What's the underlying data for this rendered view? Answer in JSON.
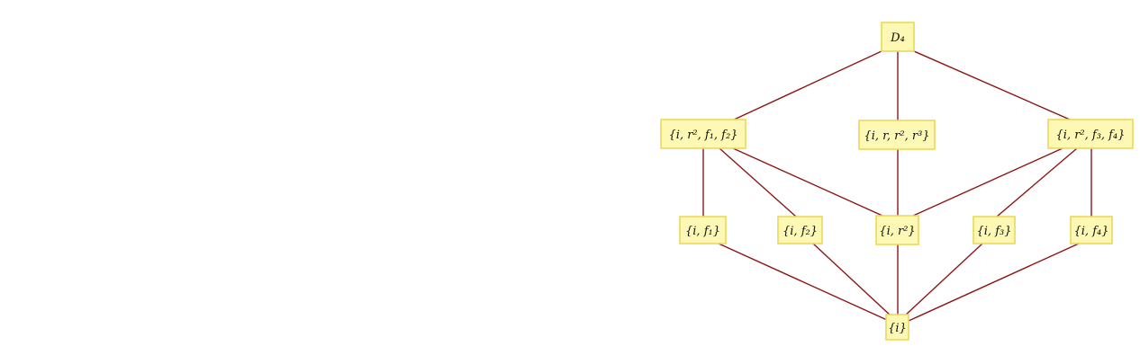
{
  "diagram": {
    "title": "",
    "node_fill": "#fdf8b4",
    "node_border": "#ecd85a",
    "edge_color": "#8b1616",
    "nodes": [
      {
        "id": "D4",
        "label": "D₄"
      },
      {
        "id": "A",
        "label": "{i, r², f₁, f₂}"
      },
      {
        "id": "R",
        "label": "{i, r, r², r³}"
      },
      {
        "id": "B",
        "label": "{i, r², f₃, f₄}"
      },
      {
        "id": "F1",
        "label": "{i, f₁}"
      },
      {
        "id": "F2",
        "label": "{i, f₂}"
      },
      {
        "id": "R2",
        "label": "{i, r²}"
      },
      {
        "id": "F3",
        "label": "{i, f₃}"
      },
      {
        "id": "F4",
        "label": "{i, f₄}"
      },
      {
        "id": "I",
        "label": "{i}"
      }
    ],
    "edges": [
      [
        "D4",
        "A"
      ],
      [
        "D4",
        "R"
      ],
      [
        "D4",
        "B"
      ],
      [
        "A",
        "F1"
      ],
      [
        "A",
        "F2"
      ],
      [
        "A",
        "R2"
      ],
      [
        "R",
        "R2"
      ],
      [
        "B",
        "R2"
      ],
      [
        "B",
        "F3"
      ],
      [
        "B",
        "F4"
      ],
      [
        "F1",
        "I"
      ],
      [
        "F2",
        "I"
      ],
      [
        "R2",
        "I"
      ],
      [
        "F3",
        "I"
      ],
      [
        "F4",
        "I"
      ]
    ]
  }
}
